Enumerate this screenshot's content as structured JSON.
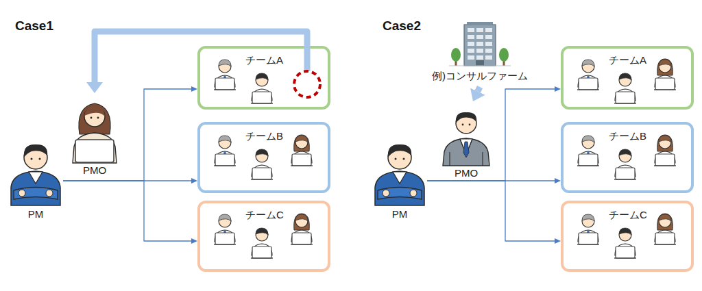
{
  "diagram": {
    "nodes": [
      {
        "text": [
          "PM"
        ]
      },
      {
        "text": [
          "PMO"
        ]
      },
      {
        "text": [
          "チームA"
        ]
      },
      {
        "text": [
          "チームB"
        ]
      },
      {
        "text": [
          "チームC"
        ]
      },
      {
        "text": [
          "PM"
        ]
      },
      {
        "text": [
          "例)コンサルファーム"
        ]
      },
      {
        "text": [
          "PMO"
        ]
      },
      {
        "text": [
          "チームA"
        ]
      },
      {
        "text": [
          "チームB"
        ]
      },
      {
        "text": [
          "チームC"
        ]
      }
    ],
    "edges": [
      {
        "from": 0,
        "to": 2,
        "arrow": "to"
      },
      {
        "from": 0,
        "to": 3,
        "arrow": "to"
      },
      {
        "from": 0,
        "to": 4,
        "arrow": "to"
      },
      {
        "from": 2,
        "to": 1,
        "arrow": "to"
      },
      {
        "from": 6,
        "to": 7,
        "arrow": "to"
      },
      {
        "from": 5,
        "to": 8,
        "arrow": "to"
      },
      {
        "from": 5,
        "to": 9,
        "arrow": "to"
      },
      {
        "from": 5,
        "to": 10,
        "arrow": "to"
      }
    ],
    "labels": [
      "Case1",
      "Case2"
    ]
  }
}
